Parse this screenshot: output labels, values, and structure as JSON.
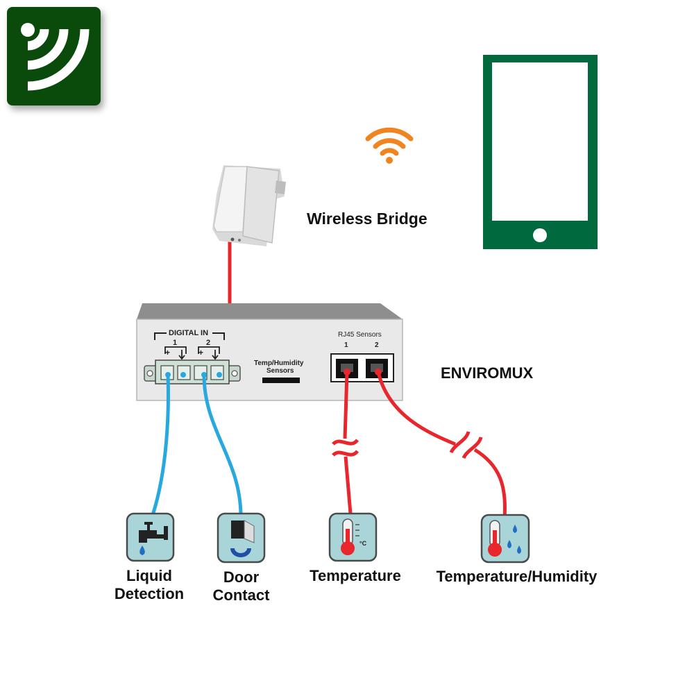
{
  "labels": {
    "wireless_bridge": "Wireless Bridge",
    "enviromux": "ENVIROMUX"
  },
  "panel": {
    "digital_in": "DIGITAL IN",
    "port_1": "1",
    "port_2": "2",
    "plus_a": "+",
    "plus_b": "+",
    "temp_humidity_line1": "Temp/Humidity",
    "temp_humidity_line2": "Sensors",
    "rj45_title": "RJ45 Sensors",
    "rj45_1": "1",
    "rj45_2": "2"
  },
  "sensors": {
    "liquid_line1": "Liquid",
    "liquid_line2": "Detection",
    "door_line1": "Door",
    "door_line2": "Contact",
    "temperature": "Temperature",
    "temp_humidity": "Temperature/Humidity",
    "celsius": "°C"
  },
  "colors": {
    "brand_green": "#00693e",
    "logo_green": "#0a4a0a",
    "wifi_orange": "#f0841e",
    "cable_red": "#e8262b",
    "cable_blue": "#27a9e0",
    "sensor_bg": "#a9d4d8"
  },
  "icons": [
    "wireless-logo-icon",
    "wifi-icon",
    "mobile-phone-icon",
    "wireless-bridge-device-icon",
    "faucet-icon",
    "door-magnet-icon",
    "thermometer-icon",
    "thermometer-humidity-icon"
  ]
}
